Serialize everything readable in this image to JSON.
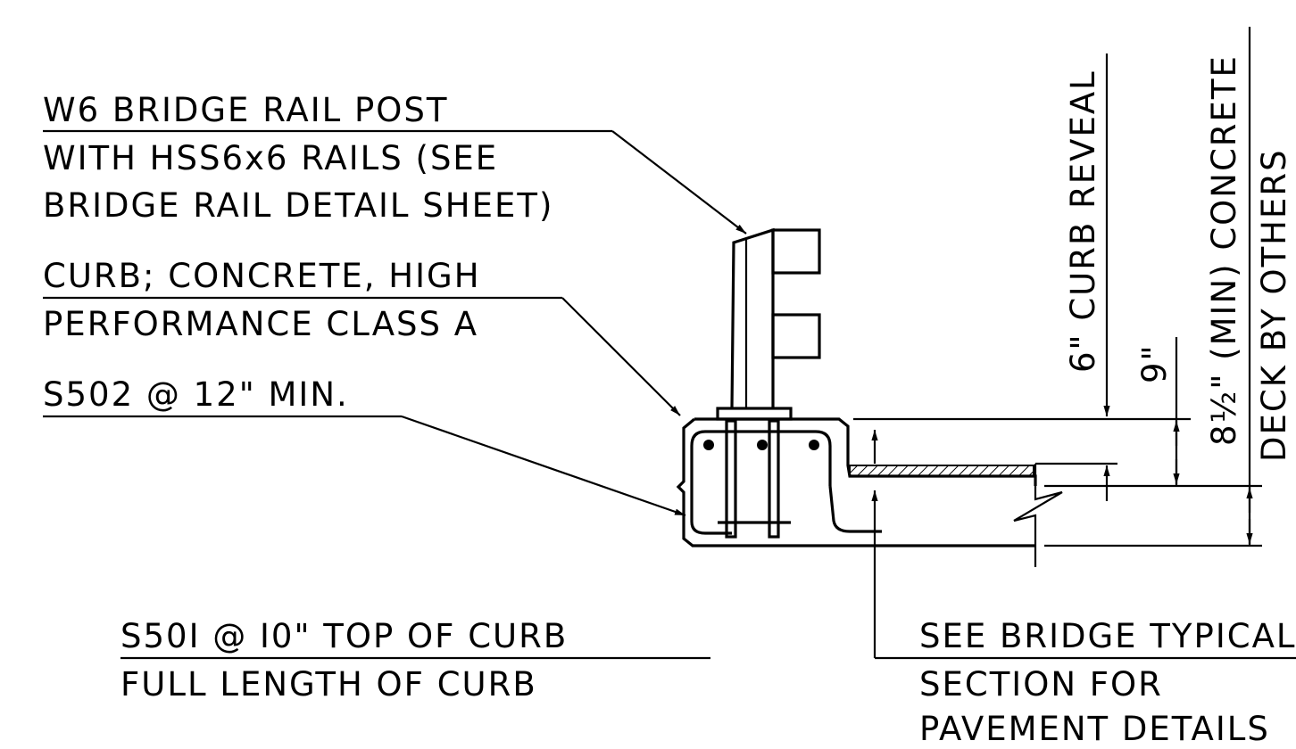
{
  "notes": {
    "post": [
      "W6 BRIDGE RAIL POST",
      "WITH HSS6x6 RAILS (SEE",
      "BRIDGE RAIL DETAIL SHEET)"
    ],
    "curb": [
      "CURB; CONCRETE, HIGH",
      "PERFORMANCE CLASS A"
    ],
    "s502": "S502 @ 12\" MIN.",
    "s501": [
      "S50I @ I0\" TOP OF CURB",
      "FULL LENGTH OF CURB"
    ],
    "pavement": [
      "SEE BRIDGE TYPICAL",
      "SECTION FOR",
      "PAVEMENT DETAILS"
    ]
  },
  "dimensions": {
    "curb_reveal": "6\" CURB REVEAL",
    "nine": "9\"",
    "deck_line1": "8½\" (MIN) CONCRETE",
    "deck_line2": "DECK BY OTHERS"
  }
}
